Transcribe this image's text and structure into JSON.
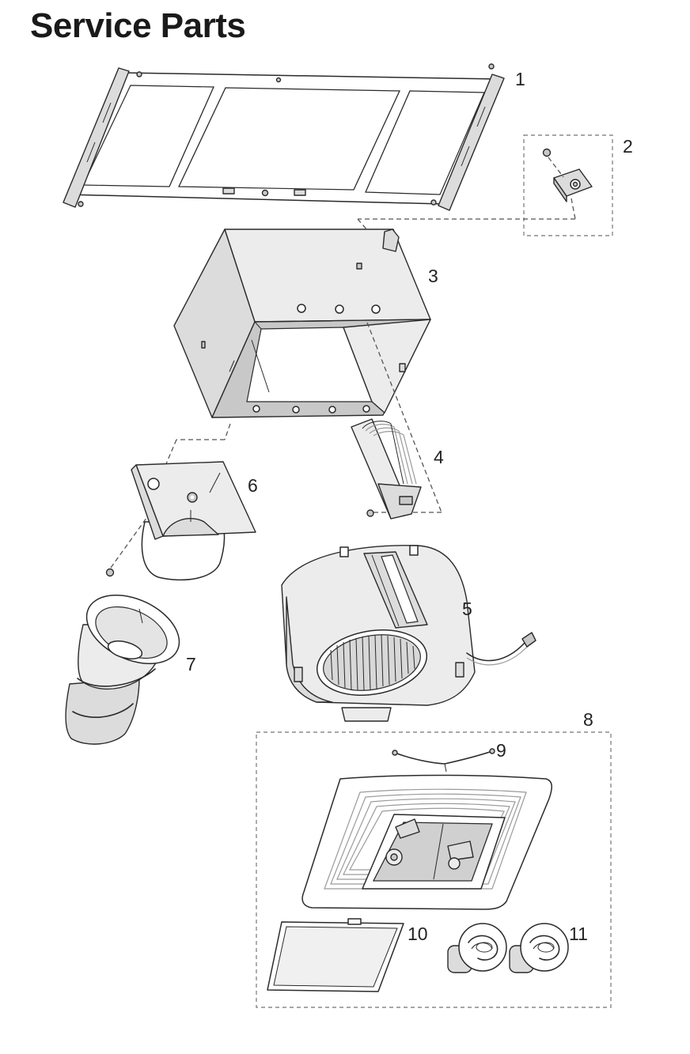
{
  "page": {
    "title": "Service Parts"
  },
  "parts": [
    {
      "number": "1"
    },
    {
      "number": "2"
    },
    {
      "number": "3"
    },
    {
      "number": "4"
    },
    {
      "number": "5"
    },
    {
      "number": "6"
    },
    {
      "number": "7"
    },
    {
      "number": "8"
    },
    {
      "number": "9"
    },
    {
      "number": "10"
    },
    {
      "number": "11"
    }
  ]
}
